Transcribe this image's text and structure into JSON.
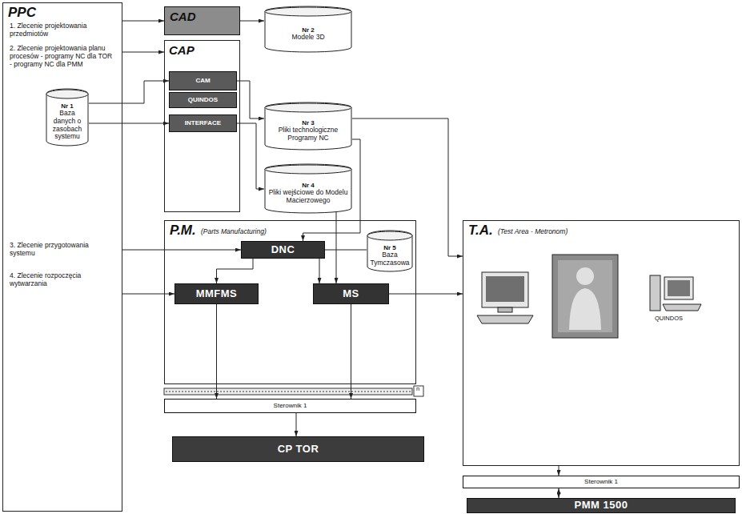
{
  "diagram": {
    "nodes": [
      {
        "text": [
          "PPC",
          "1. Zlecenie projektowania przedmiotów",
          "2. Zlecenie projektowania planu procesów - programy NC dla TOR - programy NC dla PMM",
          "3. Zlecenie przygotowania systemu",
          "4. Zlecenie rozpoczęcia wytwarzania"
        ]
      },
      {
        "text": [
          "Nr 1",
          "Baza danych o zasobach systemu"
        ],
        "in": 0
      },
      {
        "text": [
          "CAD"
        ]
      },
      {
        "text": [
          "Nr 2",
          "Modele 3D"
        ]
      },
      {
        "text": [
          "CAP"
        ]
      },
      {
        "text": [
          "CAM"
        ],
        "in": 4
      },
      {
        "text": [
          "QUINDOS"
        ],
        "in": 4
      },
      {
        "text": [
          "INTERFACE"
        ],
        "in": 4
      },
      {
        "text": [
          "Nr 3",
          "Pliki technologiczne Programy NC"
        ]
      },
      {
        "text": [
          "Nr 4",
          "Pliki wejściowe do Modelu Macierzowego"
        ]
      },
      {
        "text": [
          "P.M.",
          "(Parts Manufacturing)"
        ]
      },
      {
        "text": [
          "DNC"
        ],
        "in": 10
      },
      {
        "text": [
          "Nr 5",
          "Baza Tymczasowa"
        ],
        "in": 10
      },
      {
        "text": [
          "MMFMS"
        ],
        "in": 10
      },
      {
        "text": [
          "MS"
        ],
        "in": 10
      },
      {
        "text": [
          "Sterownik 1"
        ]
      },
      {
        "text": [
          "CP TOR"
        ]
      },
      {
        "text": [
          "T.A.",
          "(Test Area - Metronom)"
        ]
      },
      {
        "text": [
          "Sterownik 1"
        ]
      },
      {
        "text": [
          "PMM 1500"
        ]
      }
    ],
    "edges": [
      {
        "from": 0,
        "to": 2,
        "arrow": "to"
      },
      {
        "from": 0,
        "to": 4,
        "arrow": "to"
      },
      {
        "from": 0,
        "to": 11,
        "arrow": "to"
      },
      {
        "from": 0,
        "to": 13,
        "arrow": "to"
      },
      {
        "from": 2,
        "to": 3,
        "arrow": "to"
      },
      {
        "from": 1,
        "to": 5,
        "arrow": "to"
      },
      {
        "from": 1,
        "to": 7,
        "arrow": "to"
      },
      {
        "from": 5,
        "to": 8,
        "arrow": "to"
      },
      {
        "from": 7,
        "to": 9,
        "arrow": "to"
      },
      {
        "from": 8,
        "to": 11,
        "arrow": "to"
      },
      {
        "from": 9,
        "to": 14,
        "arrow": "to"
      },
      {
        "from": 11,
        "to": 12,
        "arrow": "none"
      },
      {
        "from": 11,
        "to": 13,
        "arrow": "to"
      },
      {
        "from": 11,
        "to": 14,
        "arrow": "to"
      },
      {
        "from": 14,
        "to": 17,
        "arrow": "to"
      },
      {
        "from": 8,
        "to": 17,
        "arrow": "to"
      },
      {
        "from": 13,
        "to": 15,
        "arrow": "to"
      },
      {
        "from": 14,
        "to": 15,
        "arrow": "to"
      },
      {
        "from": 15,
        "to": 16,
        "arrow": "to"
      },
      {
        "from": 17,
        "to": 18,
        "arrow": "to"
      },
      {
        "from": 18,
        "to": 19,
        "arrow": "both"
      }
    ],
    "labels": [
      "QUINDOS",
      "n"
    ]
  }
}
